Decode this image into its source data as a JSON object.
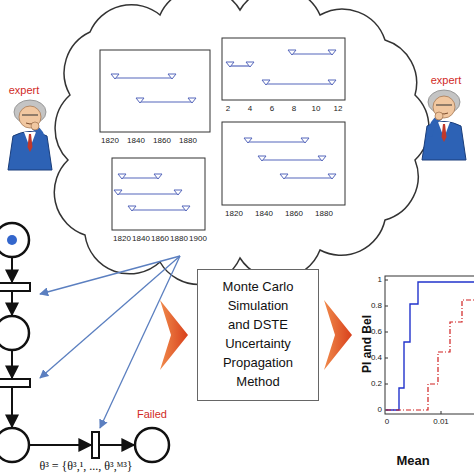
{
  "diagram": {
    "nodes": [
      {
        "text": [
          "Monte Carlo Simulation and DSTE Uncertainty Propagation Method"
        ]
      },
      {
        "text": [
          "Failed"
        ]
      }
    ],
    "labels": [
      "expert",
      "expert",
      "1820",
      "1840",
      "1860",
      "1880",
      "2",
      "4",
      "6",
      "8",
      "10",
      "12",
      "1820",
      "1840",
      "1860",
      "1880",
      "1820",
      "1840",
      "1860",
      "1880",
      "1900",
      "θ³ = {θ³,¹, ..., θ³,ᴹ³}",
      "Pl and Bel",
      "1",
      "0.8",
      "0.6",
      "0.4",
      "0.2",
      "0",
      "0",
      "0.01",
      "Mean"
    ]
  }
}
